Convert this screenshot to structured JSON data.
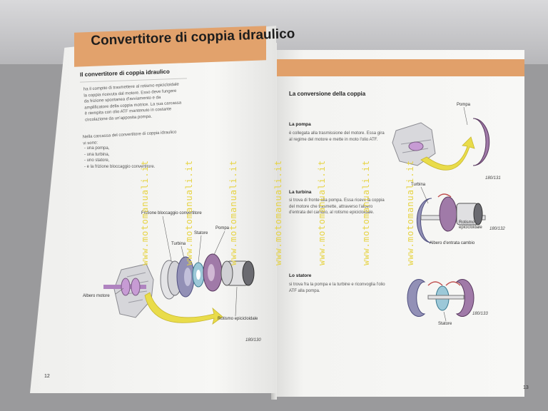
{
  "left": {
    "chapter_title": "Convertitore di coppia idraulico",
    "section_title": "Il convertitore di coppia idraulico",
    "paragraph1": "ha il compito di trasmettere al rotismo epicicloidale la coppia ricevuta dal motore. Esso deve fungere da frizione spontanea d'avviamento e da amplificatore della coppia motrice. La sua carcassa è riempita con olio ATF mantenuto in costante circolazione da un'apposita pompa.",
    "paragraph2": "Nella carcassa del convertitore di coppia idraulico vi sono:",
    "list": [
      "- una pompa,",
      "- una turbina,",
      "- uno statore,",
      "- e la frizione bloccaggio convertitore."
    ],
    "labels": {
      "frizione": "Frizione bloccaggio convertitore",
      "turbina": "Turbina",
      "statore": "Statore",
      "pompa": "Pompa",
      "albero": "Albero motore",
      "rotismo": "Rotismo epicicloidale"
    },
    "figure": "180/130",
    "page_number": "12"
  },
  "right": {
    "section_title": "La conversione della coppia",
    "pompa_title": "La pompa",
    "pompa_text": "è collegata alla trasmissione del motore. Essa gira al regime del motore e mette in moto l'olio ATF.",
    "turbina_title": "La turbina",
    "turbina_text": "si trova di fronte alla pompa. Essa riceve la coppia del motore che trasmette, attraverso l'albero d'entrata del cambio, al rotismo epicicloidale.",
    "statore_title": "Lo statore",
    "statore_text": "si trova fra la pompa e la turbine e riconvoglia l'olio ATF alla pompa.",
    "labels": {
      "pompa": "Pompa",
      "turbina": "Turbina",
      "rotismo": "Rotismo epicicloidale",
      "albero": "Albero d'entrata cambio",
      "statore": "Statore"
    },
    "figures": [
      "180/131",
      "180/132",
      "180/133"
    ],
    "page_number": "13"
  },
  "watermark": "www.motomanuali.it",
  "colors": {
    "accent": "#e2a26c",
    "watermark": "#e6d23a",
    "pump": "#a07aa8",
    "arrow": "#e9dc4a"
  }
}
